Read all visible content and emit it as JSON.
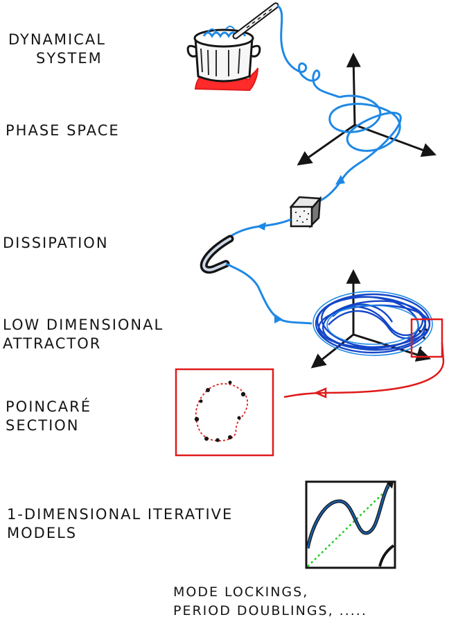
{
  "labels": {
    "dynamical_system": [
      "DYNAMICAL",
      "SYSTEM"
    ],
    "phase_space": [
      "PHASE SPACE"
    ],
    "dissipation": [
      "DISSIPATION"
    ],
    "low_dim_attractor": [
      "LOW DIMENSIONAL",
      "ATTRACTOR"
    ],
    "poincare_section": [
      "POINCARÉ",
      "SECTION"
    ],
    "iterative_models": [
      "1-DIMENSIONAL ITERATIVE",
      "MODELS"
    ],
    "outcomes": [
      "MODE LOCKINGS,",
      "PERIOD DOUBLINGS, ....."
    ]
  },
  "colors": {
    "ink": "#151515",
    "flow_blue": "#1e88e5",
    "attractor_blue": "#1446c8",
    "section_red": "#e01a1a",
    "flame_red": "#ff1a1a",
    "diagonal_green": "#22cc22",
    "map_curve": "#1b5fa8"
  }
}
